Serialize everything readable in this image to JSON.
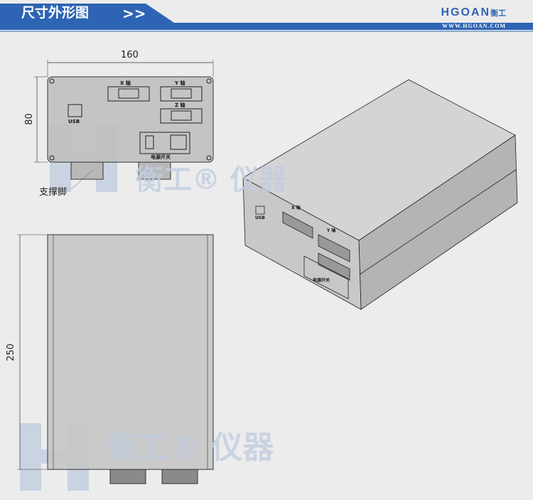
{
  "header": {
    "title": "尺寸外形图",
    "arrows": ">>",
    "brand": "HGOAN",
    "brand_cn": "衡工",
    "url": "WWW.HGOAN.COM",
    "accent": "#2e64b4"
  },
  "front_view": {
    "width_dim": "160",
    "height_dim": "80",
    "x_axis": "X 轴",
    "y_axis": "Y 轴",
    "z_axis": "Z 轴",
    "usb": "USB",
    "power": "电源开关",
    "foot_label": "支撑脚"
  },
  "top_view": {
    "length_dim": "250"
  },
  "iso_view": {
    "usb": "USB",
    "x_axis": "X 轴",
    "y_axis": "Y 轴",
    "power": "电源开关"
  },
  "watermark": {
    "text": "衡工® 仪器"
  }
}
